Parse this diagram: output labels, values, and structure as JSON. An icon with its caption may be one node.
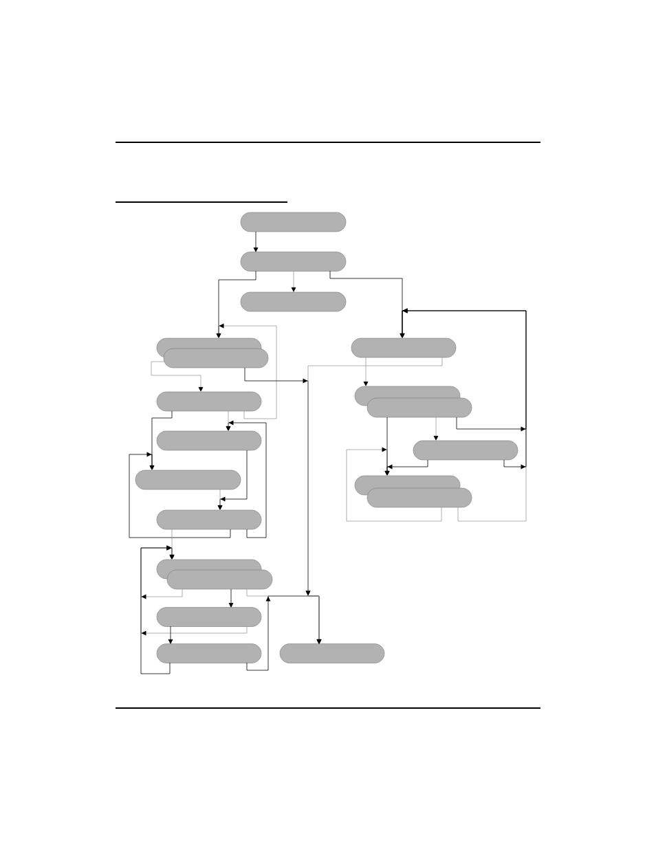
{
  "diagram": {
    "nodes": [
      {
        "text": [],
        "shape": "box"
      },
      {
        "text": [],
        "shape": "box"
      },
      {
        "text": [],
        "shape": "box"
      },
      {
        "text": [],
        "shape": "box"
      },
      {
        "text": [],
        "shape": "box"
      },
      {
        "text": [],
        "shape": "box"
      },
      {
        "text": [],
        "shape": "box"
      },
      {
        "text": [],
        "shape": "box"
      },
      {
        "text": [],
        "shape": "box"
      },
      {
        "text": [],
        "shape": "box"
      },
      {
        "text": [],
        "shape": "box"
      },
      {
        "text": [],
        "shape": "box"
      },
      {
        "text": [],
        "shape": "box"
      },
      {
        "text": [],
        "shape": "box"
      },
      {
        "text": [],
        "shape": "box"
      },
      {
        "text": [],
        "shape": "box"
      },
      {
        "text": [],
        "shape": "box"
      },
      {
        "text": [],
        "shape": "box"
      },
      {
        "text": [],
        "shape": "box"
      },
      {
        "text": [],
        "shape": "box"
      }
    ],
    "edges": [
      {
        "from": 0,
        "to": 1,
        "arrow": "to"
      },
      {
        "from": 1,
        "to": 2,
        "arrow": "to",
        "color": "#999999"
      },
      {
        "from": 1,
        "to": 3,
        "arrow": "to"
      },
      {
        "from": 1,
        "to": 4,
        "arrow": "to"
      },
      {
        "from": 7,
        "to": 3,
        "arrow": "to",
        "color": "#999999"
      },
      {
        "from": 5,
        "to": 7,
        "arrow": "to",
        "color": "#999999"
      },
      {
        "from": 5,
        "to": 19,
        "arrow": "to"
      },
      {
        "from": 4,
        "to": 19,
        "arrow": "to",
        "color": "#999999"
      },
      {
        "from": 16,
        "to": 19,
        "arrow": "to",
        "color": "#999999"
      },
      {
        "from": 18,
        "to": 19,
        "arrow": "to"
      },
      {
        "from": 7,
        "to": 11,
        "arrow": "to"
      },
      {
        "from": 7,
        "to": 9,
        "arrow": "to",
        "color": "#999999"
      },
      {
        "from": 14,
        "to": 9,
        "arrow": "to"
      },
      {
        "from": 9,
        "to": 14,
        "arrow": "to"
      },
      {
        "from": 11,
        "to": 14,
        "arrow": "to",
        "color": "#999999"
      },
      {
        "from": 14,
        "to": 11,
        "arrow": "to"
      },
      {
        "from": 14,
        "to": 15,
        "arrow": "to",
        "color": "#999999"
      },
      {
        "from": 16,
        "to": 15,
        "arrow": "to",
        "color": "#999999"
      },
      {
        "from": 17,
        "to": 15,
        "arrow": "to",
        "color": "#999999"
      },
      {
        "from": 18,
        "to": 15,
        "arrow": "to"
      },
      {
        "from": 16,
        "to": 17,
        "arrow": "to"
      },
      {
        "from": 17,
        "to": 18,
        "arrow": "to"
      },
      {
        "from": 4,
        "to": 6,
        "arrow": "to",
        "color": "#999999"
      },
      {
        "from": 8,
        "to": 10,
        "arrow": "to",
        "color": "#999999"
      },
      {
        "from": 8,
        "to": 12,
        "arrow": "to"
      },
      {
        "from": 8,
        "to": 4,
        "arrow": "to"
      },
      {
        "from": 10,
        "to": 4,
        "arrow": "to"
      },
      {
        "from": 13,
        "to": 4,
        "arrow": "to",
        "color": "#999999"
      },
      {
        "from": 10,
        "to": 12,
        "arrow": "to"
      },
      {
        "from": 13,
        "to": 12,
        "arrow": "to",
        "color": "#999999"
      }
    ]
  }
}
